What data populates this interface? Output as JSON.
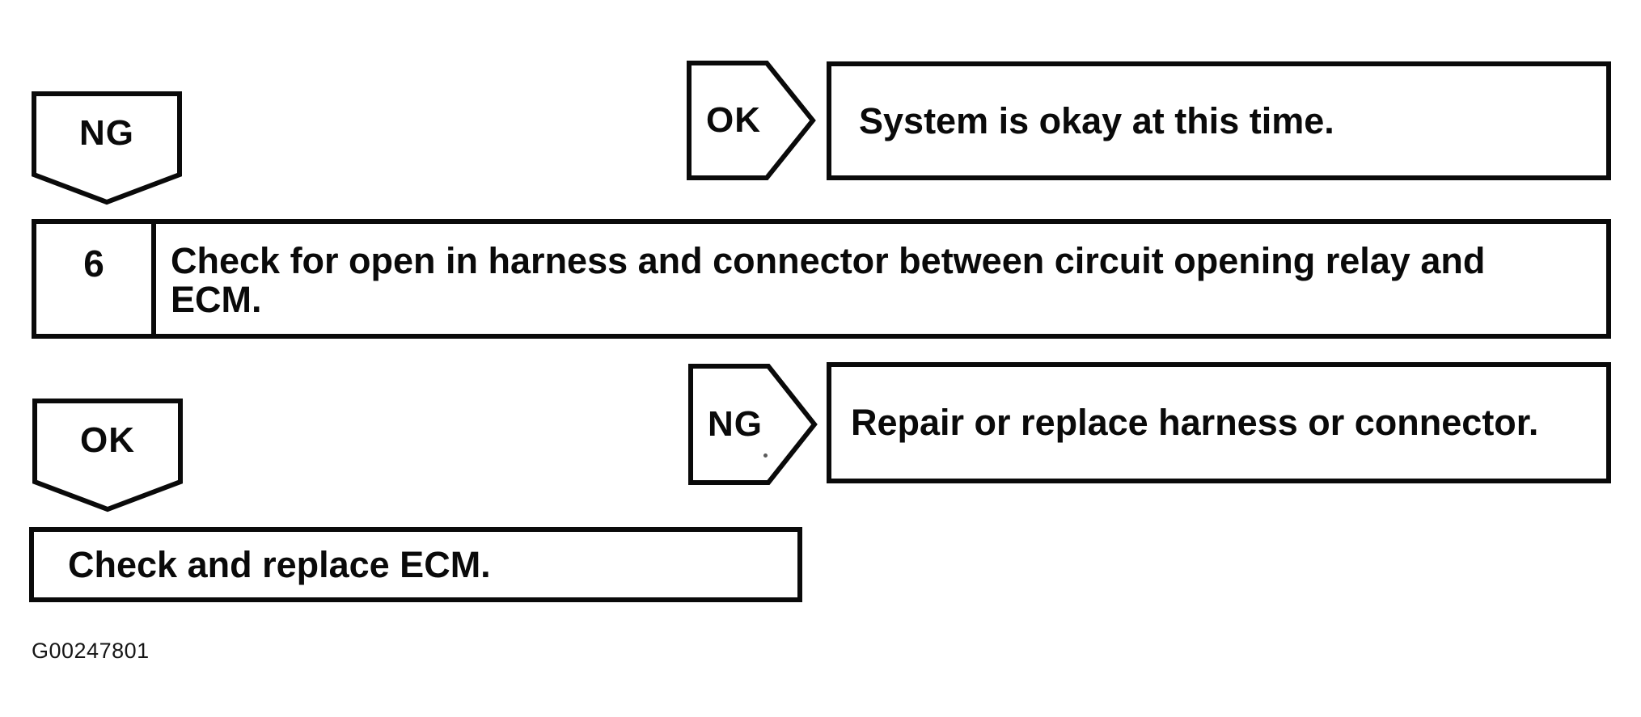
{
  "canvas": {
    "background_color": "#ffffff",
    "ink_color": "#0a0a0a"
  },
  "flowchart": {
    "ng_top_connector": {
      "label": "NG"
    },
    "ok_right_top_connector": {
      "label": "OK"
    },
    "ok_result_box": {
      "text": "System is okay at this time."
    },
    "step6_box": {
      "number": "6",
      "lines": [
        "Check for open in harness and connector between circuit opening relay and",
        "ECM."
      ]
    },
    "ok_bottom_connector": {
      "label": "OK"
    },
    "ng_right_connector": {
      "label": "NG"
    },
    "ng_result_box": {
      "text": "Repair or replace harness or connector."
    },
    "action_box": {
      "text": "Check and replace ECM."
    },
    "figure_id": "G00247801"
  }
}
